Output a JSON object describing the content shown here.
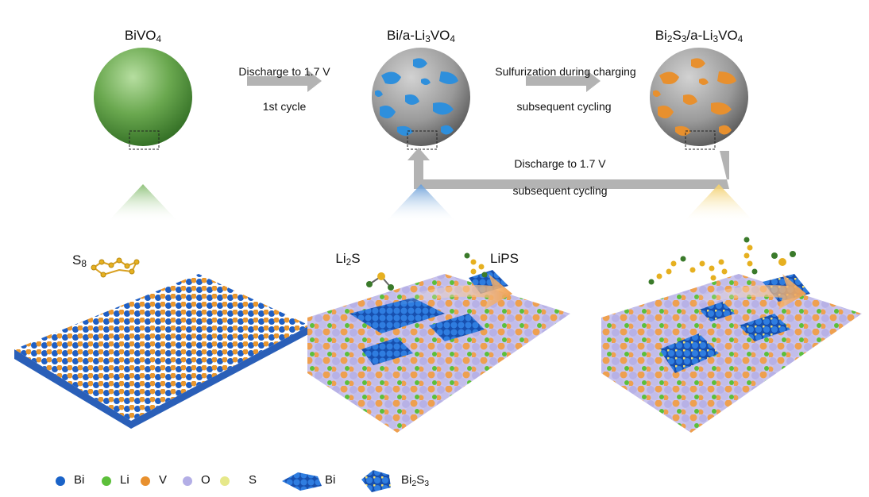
{
  "stages": [
    {
      "label_main": "BiVO",
      "label_sub": "4",
      "label_rest": ""
    },
    {
      "label_main": "Bi/a-Li",
      "label_sub": "3",
      "label_rest": "VO",
      "label_sub2": "4"
    },
    {
      "label_main": "Bi",
      "label_sub": "2",
      "label_rest": "S",
      "label_sub2": "3",
      "label_tail": "/a-Li",
      "label_sub3": "3",
      "label_tail2": "VO",
      "label_sub4": "4"
    }
  ],
  "arrows": {
    "first": {
      "top": "Discharge to 1.7 V",
      "bottom": "1st cycle"
    },
    "second": {
      "top": "Sulfurization during charging",
      "bottom": "subsequent cycling"
    },
    "return": {
      "top": "Discharge to 1.7 V",
      "bottom": "subsequent cycling"
    }
  },
  "molecules": {
    "s8": {
      "main": "S",
      "sub": "8"
    },
    "li2s": {
      "main": "Li",
      "sub": "2",
      "rest": "S"
    },
    "lips": "LiPS"
  },
  "legend": [
    {
      "label": "Bi",
      "color": "#1a63c8"
    },
    {
      "label": "Li",
      "color": "#5cbf3a"
    },
    {
      "label": "V",
      "color": "#e8902e"
    },
    {
      "label": "O",
      "color": "#b3aee6"
    },
    {
      "label": "S",
      "color": "#e6e88a"
    }
  ],
  "legend_clusters": [
    {
      "label": "Bi"
    },
    {
      "label_main": "Bi",
      "sub1": "2",
      "mid": "S",
      "sub2": "3"
    }
  ],
  "colors": {
    "arrow": "#b3b3b3",
    "bi_surface": "#2e8fdc",
    "bi2s3_surface": "#e8902e",
    "bivo4": "#6aa84f"
  }
}
